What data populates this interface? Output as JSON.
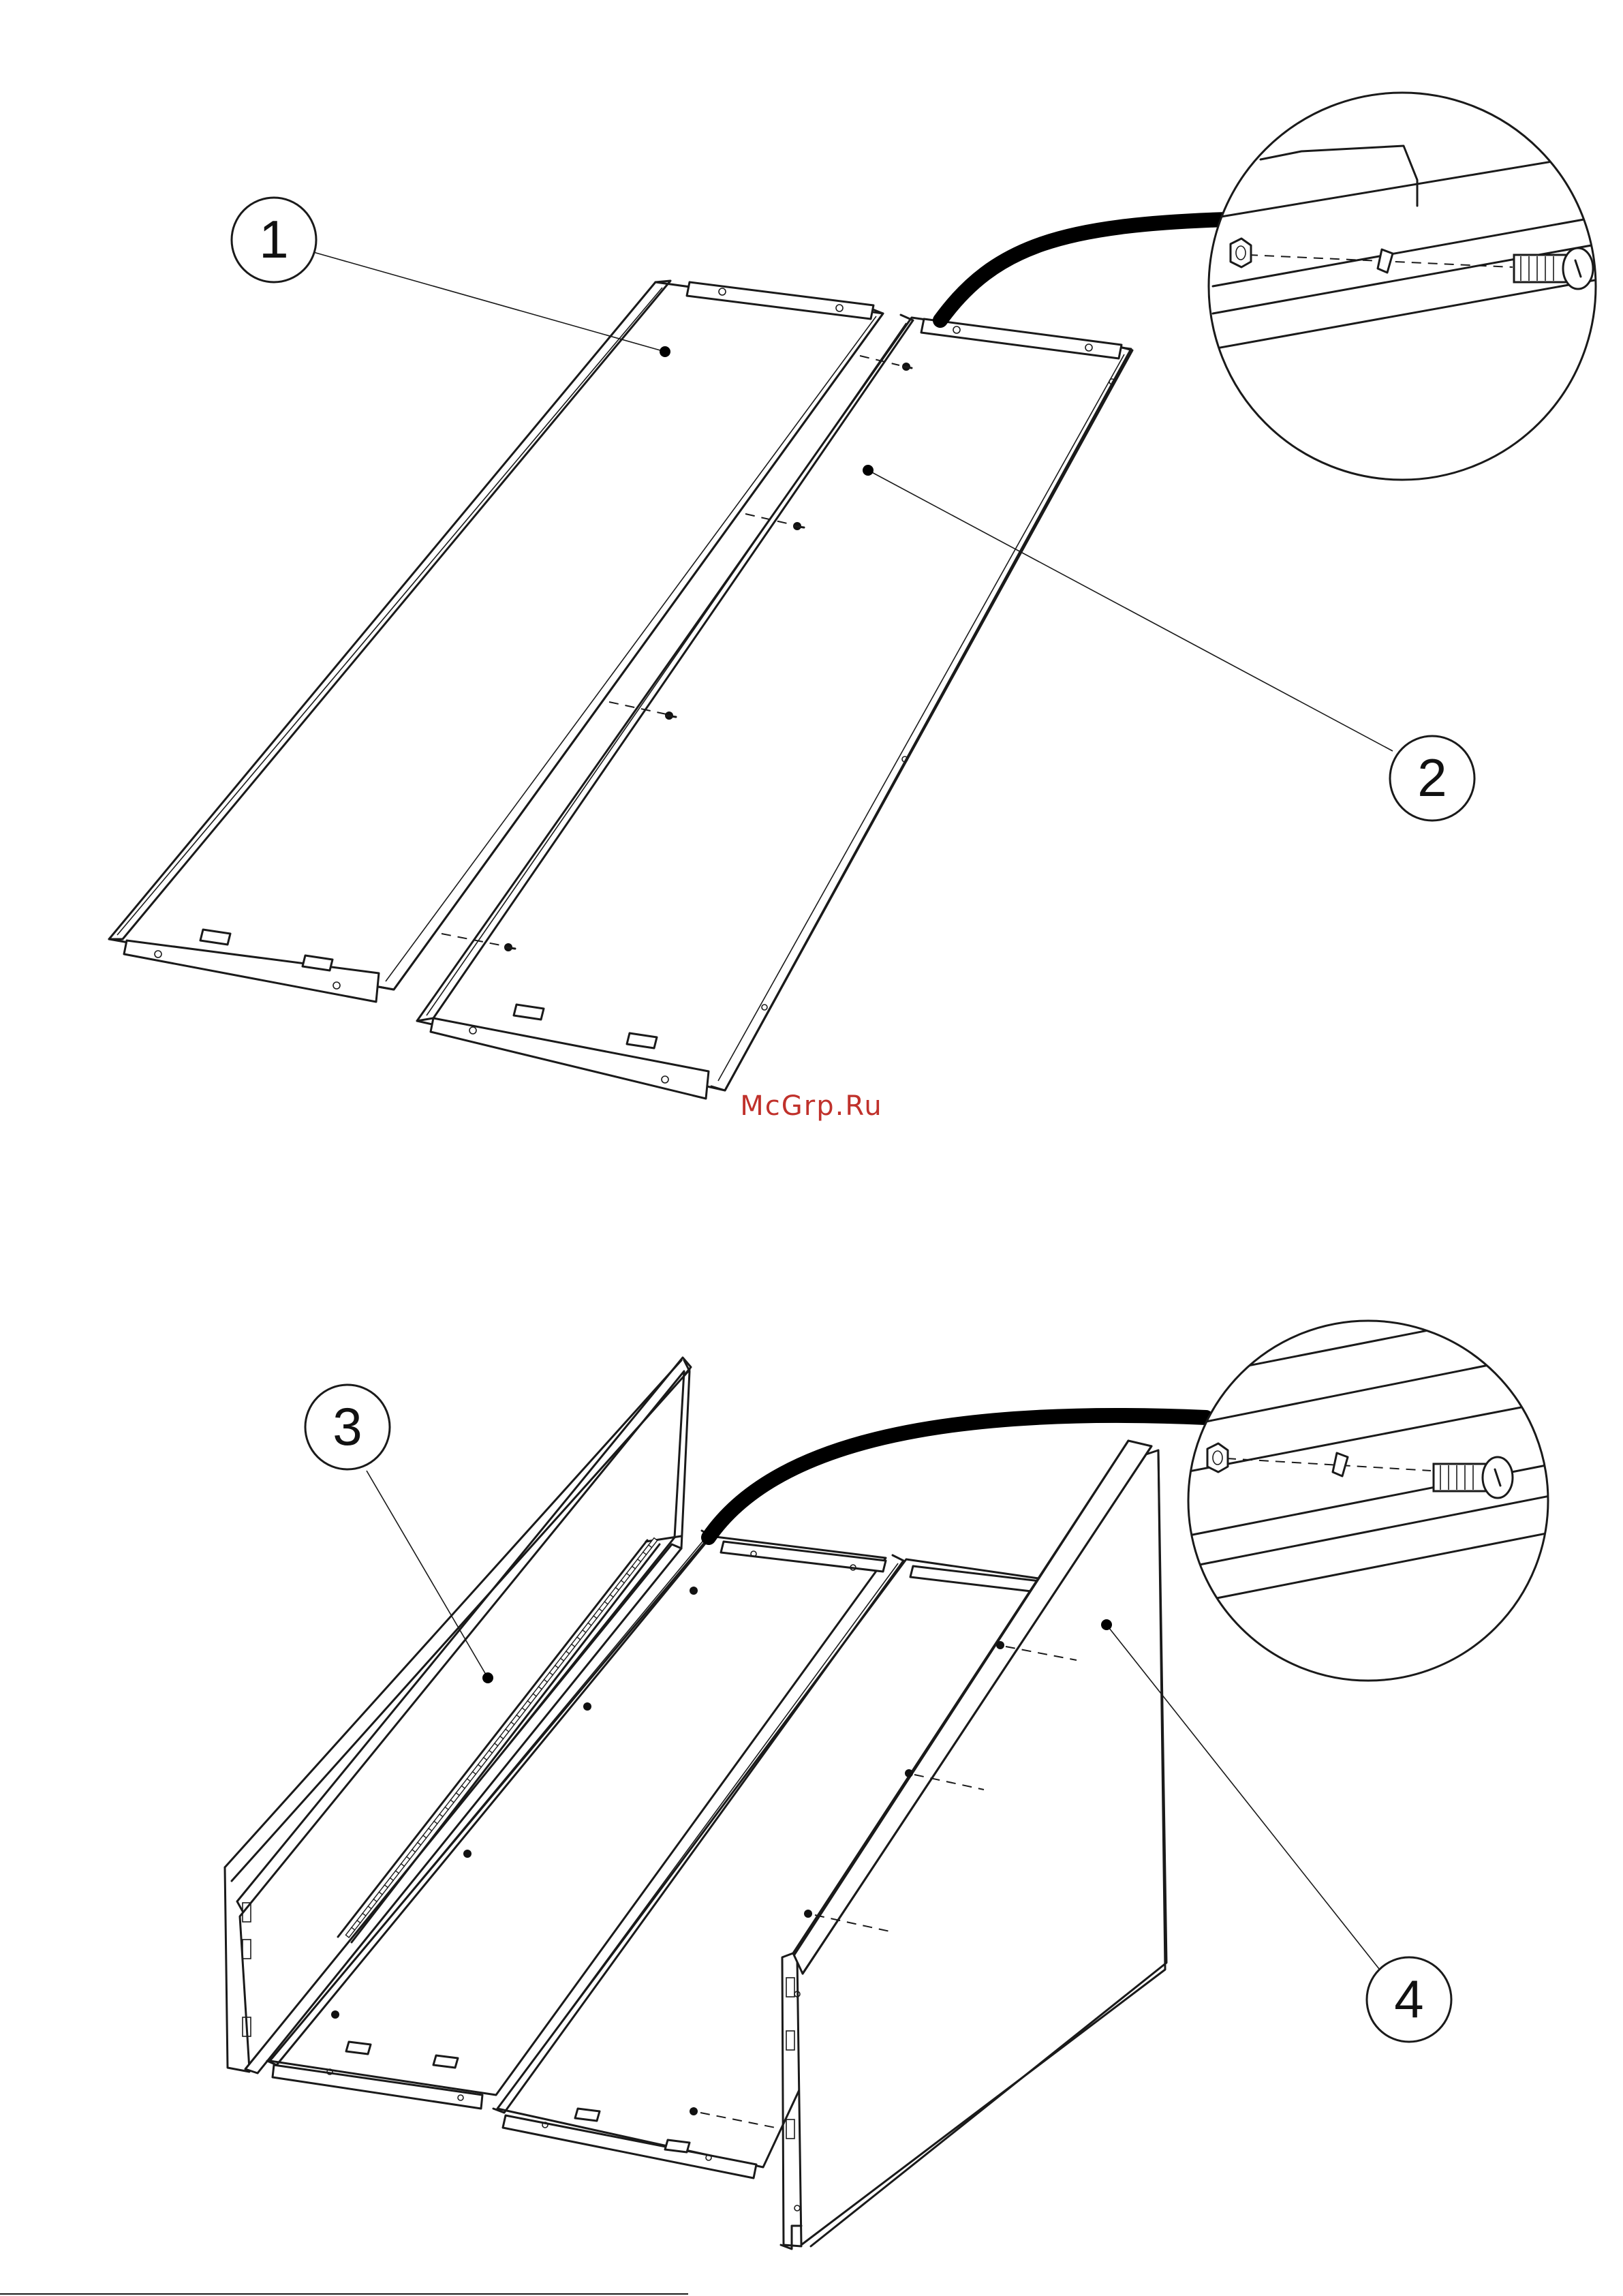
{
  "callouts": [
    {
      "label": "1"
    },
    {
      "label": "2"
    },
    {
      "label": "3"
    },
    {
      "label": "4"
    }
  ],
  "watermark": "McGrp.Ru",
  "icons": [
    "bolt-icon",
    "nut-icon",
    "washer-icon"
  ]
}
